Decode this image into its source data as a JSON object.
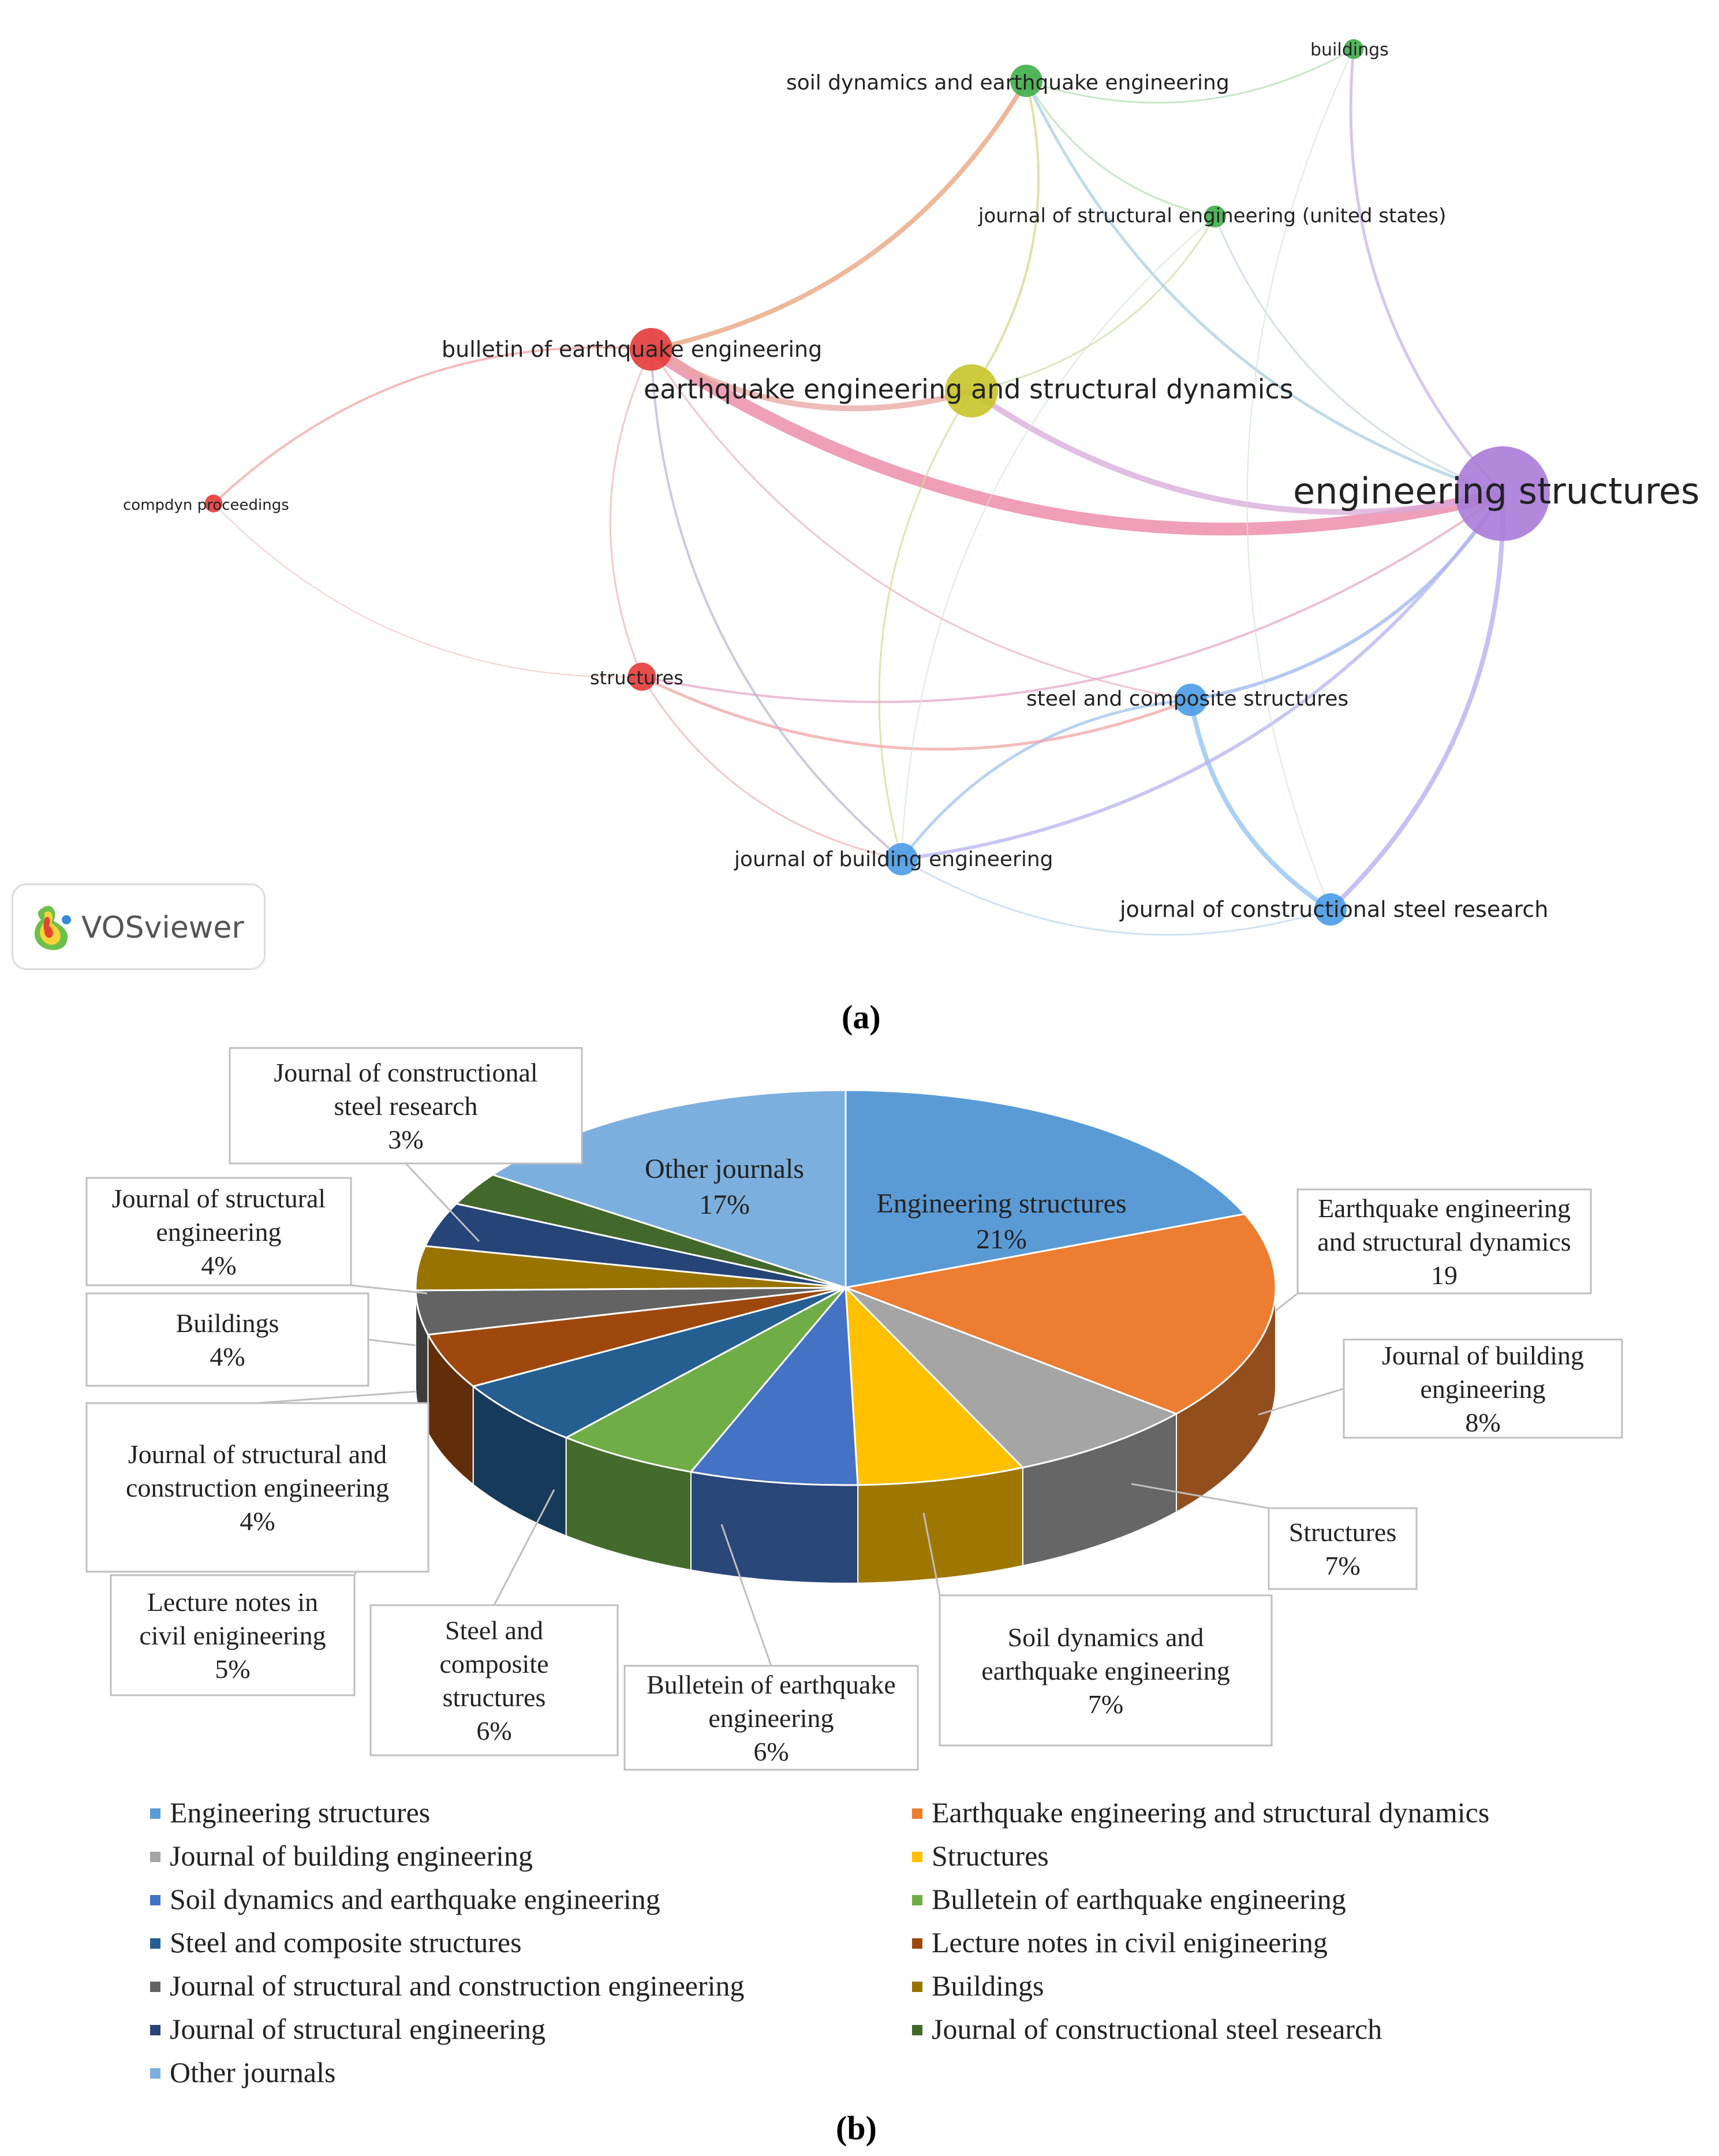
{
  "network": {
    "nodes": [
      {
        "label": "soil dynamics and earthquake engineering",
        "color": "#3fae49",
        "size": 1.0
      },
      {
        "label": "buildings",
        "color": "#3fae49",
        "size": 0.4
      },
      {
        "label": "journal of structural engineering (united states)",
        "color": "#3fae49",
        "size": 0.5
      },
      {
        "label": "bulletin of earthquake engineering",
        "color": "#e53a3a",
        "size": 1.5
      },
      {
        "label": "earthquake engineering and structural dynamics",
        "color": "#c7c42a",
        "size": 2.0
      },
      {
        "label": "engineering structures",
        "color": "#a97bd8",
        "size": 4.0
      },
      {
        "label": "compdyn proceedings",
        "color": "#e53a3a",
        "size": 0.3
      },
      {
        "label": "structures",
        "color": "#e53a3a",
        "size": 0.8
      },
      {
        "label": "steel and composite structures",
        "color": "#4a9be6",
        "size": 1.0
      },
      {
        "label": "journal of building engineering",
        "color": "#4a9be6",
        "size": 1.0
      },
      {
        "label": "journal of constructional steel research",
        "color": "#4a9be6",
        "size": 1.0
      }
    ],
    "brand": "VOSviewer"
  },
  "caption_a": "(a)",
  "caption_b": "(b)",
  "chart_data": {
    "type": "pie",
    "slices": [
      {
        "name": "Engineering structures",
        "value": 21,
        "label": "Engineering structures\n21%",
        "color": "#5b9bd5"
      },
      {
        "name": "Earthquake engineering and structural dynamics",
        "value": 19,
        "label": "Earthquake engineering\nand structural dynamics\n19",
        "color": "#ed7d31"
      },
      {
        "name": "Journal of building engineering",
        "value": 8,
        "label": "Journal of building\nengineering\n8%",
        "color": "#a5a5a5"
      },
      {
        "name": "Structures",
        "value": 7,
        "label": "Structures\n7%",
        "color": "#ffc000"
      },
      {
        "name": "Soil dynamics and earthquake engineering",
        "value": 7,
        "label": "Soil dynamics and\nearthquake engineering\n7%",
        "color": "#4472c4"
      },
      {
        "name": "Bulletein of earthquake engineering",
        "value": 6,
        "label": "Bulletein of earthquake\nengineering\n6%",
        "color": "#70ad47"
      },
      {
        "name": "Steel and composite structures",
        "value": 6,
        "label": "Steel and\ncomposite\nstructures\n6%",
        "color": "#255e91"
      },
      {
        "name": "Lecture notes in civil enigineering",
        "value": 5,
        "label": "Lecture notes in\ncivil enigineering\n5%",
        "color": "#9e480e"
      },
      {
        "name": "Journal of structural and construction engineering",
        "value": 4,
        "label": "Journal of structural and\nconstruction engineering\n4%",
        "color": "#636363"
      },
      {
        "name": "Buildings",
        "value": 4,
        "label": "Buildings\n4%",
        "color": "#997300"
      },
      {
        "name": "Journal of structural engineering",
        "value": 4,
        "label": "Journal of structural\nengineering\n4%",
        "color": "#264478"
      },
      {
        "name": "Journal of constructional steel research",
        "value": 3,
        "label": "Journal of constructional\nsteel research\n3%",
        "color": "#43682b"
      },
      {
        "name": "Other journals",
        "value": 17,
        "label": "Other journals\n17%",
        "color": "#7cafdd"
      }
    ],
    "legend_position": "bottom"
  }
}
